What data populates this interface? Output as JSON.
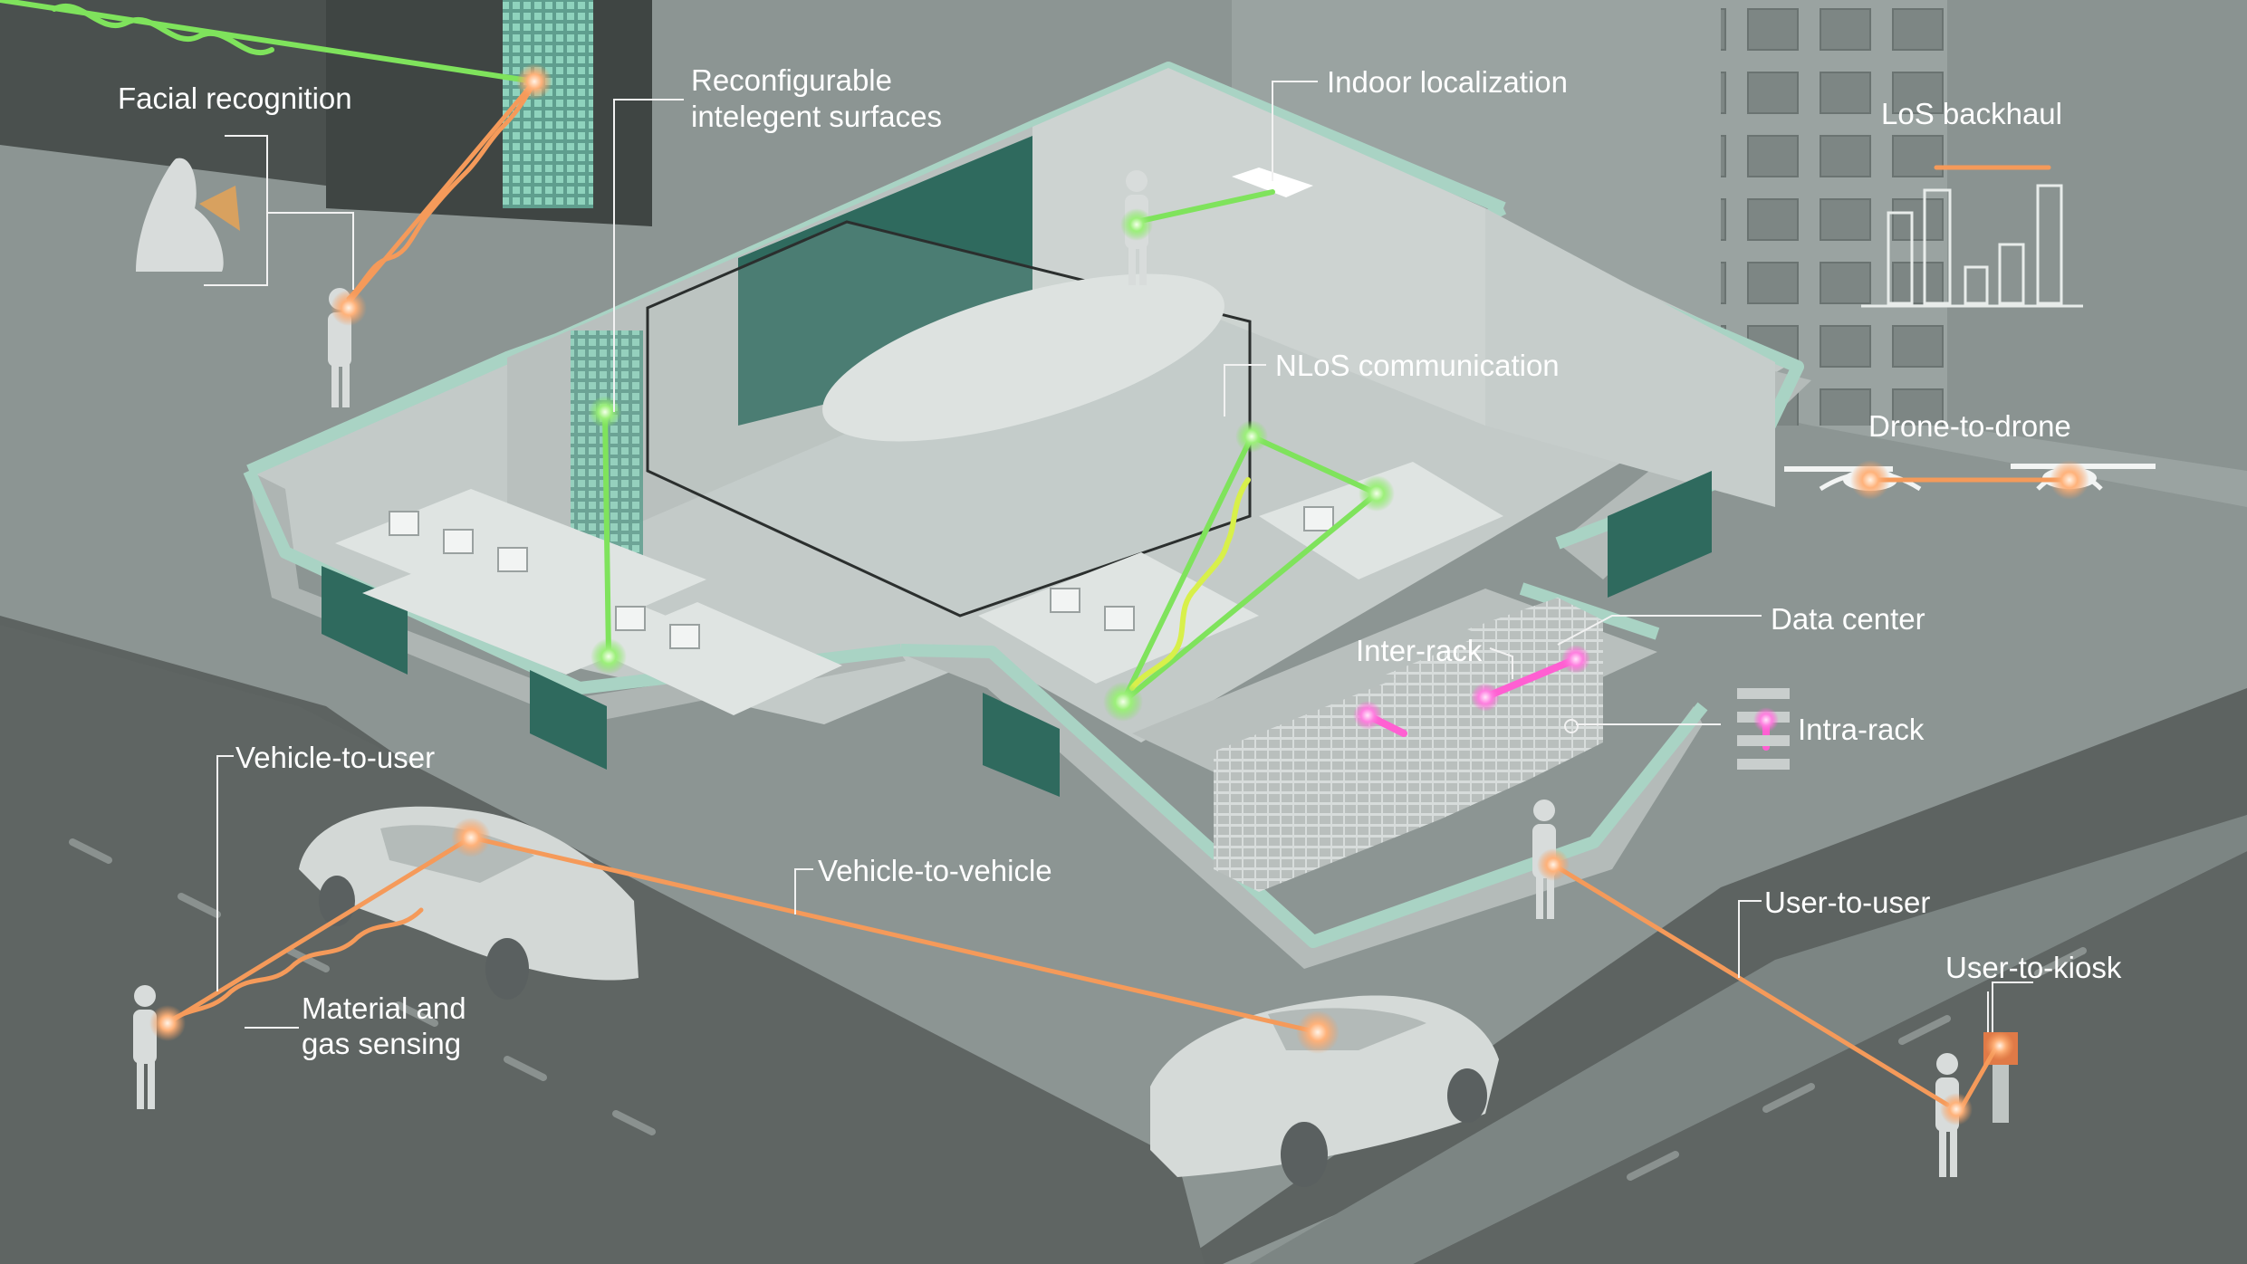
{
  "labels": {
    "facial_recognition": "Facial recognition",
    "ris_line1": "Reconfigurable",
    "ris_line2": "intelegent surfaces",
    "indoor_localization": "Indoor localization",
    "los_backhaul": "LoS backhaul",
    "nlos_communication": "NLoS communication",
    "drone_to_drone": "Drone-to-drone",
    "data_center": "Data center",
    "inter_rack": "Inter-rack",
    "intra_rack": "Intra-rack",
    "vehicle_to_user": "Vehicle-to-user",
    "vehicle_to_vehicle": "Vehicle-to-vehicle",
    "material_line1": "Material and",
    "material_line2": "gas sensing",
    "user_to_user": "User-to-user",
    "user_to_kiosk": "User-to-kiosk"
  },
  "colors": {
    "background": "#8c9593",
    "road": "#5d6361",
    "building_dark": "#4a504e",
    "wall_top": "#a9d3c4",
    "floor": "#c3cac8",
    "window_green": "#2f6a5e",
    "link_orange": "#f59a5a",
    "link_green": "#7fe35c",
    "link_yellow": "#d8f04a",
    "link_pink": "#ff5fd2",
    "label_text": "#ffffff"
  }
}
